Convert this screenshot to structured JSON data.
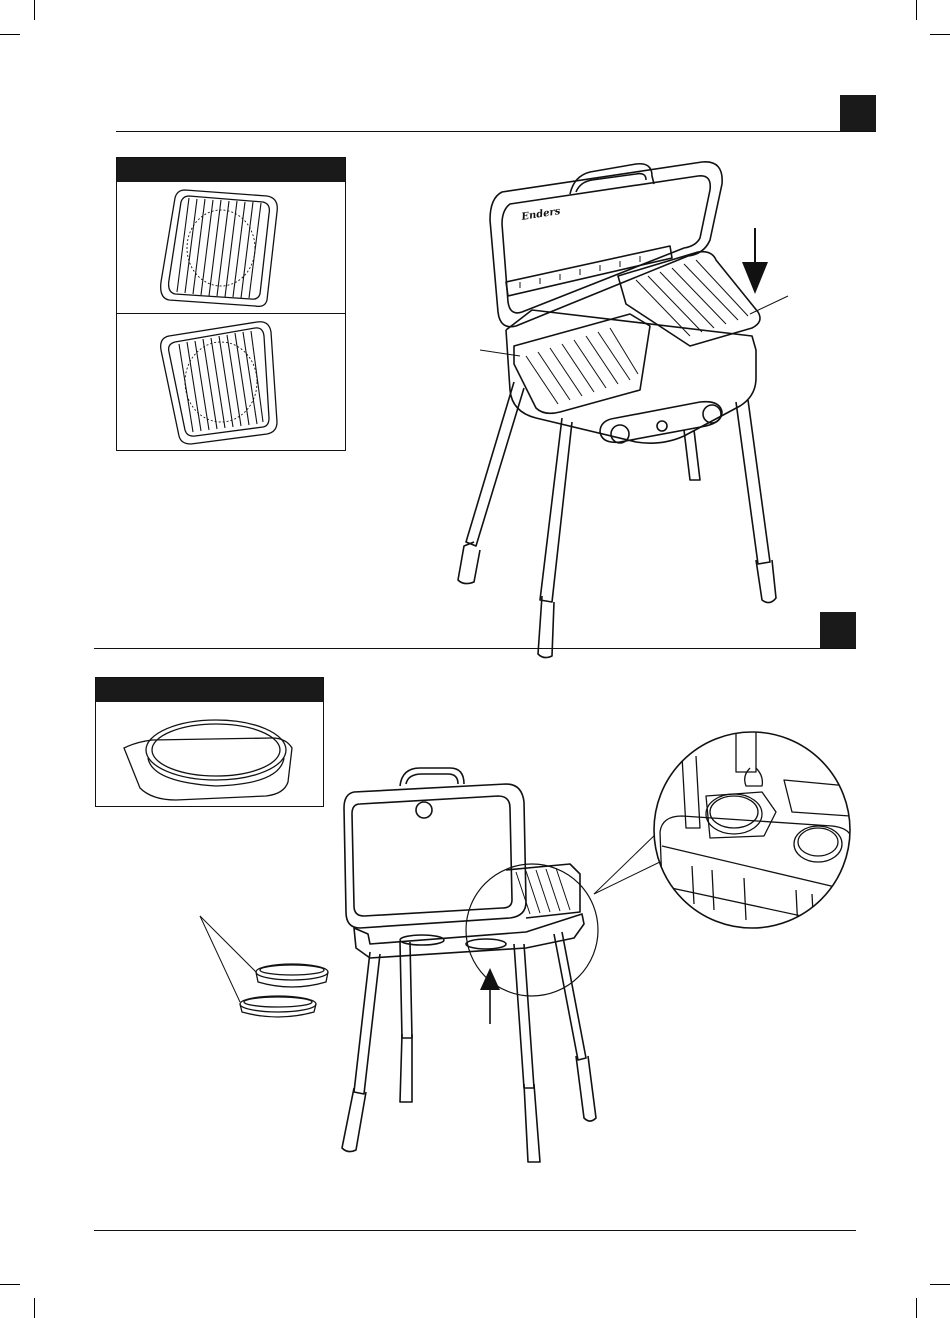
{
  "document": {
    "type": "assembly-instructions",
    "colors": {
      "ink": "#111111",
      "badge": "#1a1a1a",
      "paper": "#ffffff"
    }
  },
  "logo": {
    "text": "Enders"
  },
  "step_a": {
    "badge_text": "",
    "parts_panel": {
      "header_text": "",
      "items": [
        {
          "name": "grill-grate-1",
          "icon": "grate-icon"
        },
        {
          "name": "grill-grate-2",
          "icon": "grate-icon"
        }
      ]
    },
    "arrow": "down-arrow-icon"
  },
  "step_b": {
    "badge_text": "",
    "parts_panel": {
      "header_text": "",
      "items": [
        {
          "name": "drip-tray",
          "icon": "drip-tray-icon"
        }
      ]
    },
    "arrow": "up-arrow-icon"
  }
}
